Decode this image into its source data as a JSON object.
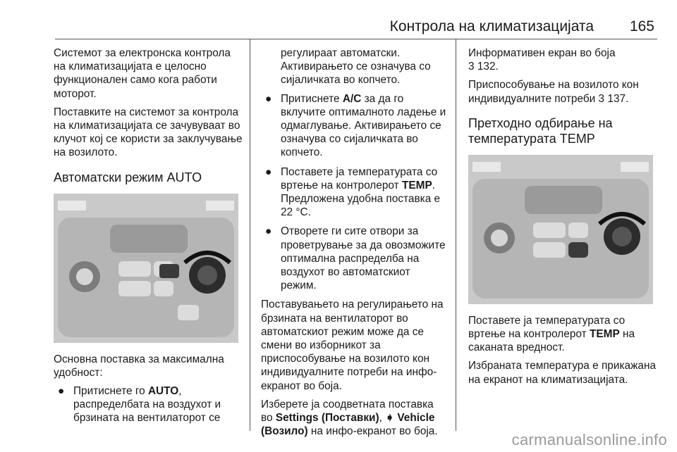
{
  "header": {
    "title": "Контрола на климатизацијата",
    "page_number": "165"
  },
  "col1": {
    "p1": "Системот за електронска контрола на климатизацијата е целосно функционален само кога работи моторот.",
    "p2": "Поставките на системот за контрола на климатизацијата се зачувуваат во клучот кој се користи за заклучување на возилото.",
    "heading": "Автоматски режим AUTO",
    "p3": "Основна поставка за максимална удобност:",
    "b1_pre": "Притиснете го ",
    "b1_bold": "AUTO",
    "b1_post": ", распределбата на воздухот и брзината на вентилаторот се"
  },
  "col2": {
    "cont": "регулираат автоматски. Активирањето се означува со сијаличката во копчето.",
    "b2_pre": "Притиснете ",
    "b2_bold": "A/C",
    "b2_post": " за да го вклучите оптималното ладење и одмаглување. Активирањето се означува со сијаличката во копчето.",
    "b3_pre": "Поставете ја температурата со вртење на контролерот ",
    "b3_bold": "TEMP",
    "b3_post": ". Предложена удобна поставка е 22 °C.",
    "b4": "Отворете ги сите отвори за проветрување за да овозможите оптимална распределба на воздухот во автоматскиот режим.",
    "p4": "Поставувањето на регулирањето на брзината на вентилаторот во автоматскиот режим може да се смени во изборникот за приспособување на возилото кон индивидуалните потреби на инфо-екранот во боја.",
    "p5_pre": "Изберете ја соодветната поставка во ",
    "p5_bold1": "Settings (Поставки)",
    "p5_sep": ", ",
    "p5_arrow": "➧",
    "p5_bold2": "Vehicle (Возило)",
    "p5_post": " на инфо-екранот во боја."
  },
  "col3": {
    "p1_text": "Информативен екран во боја",
    "p1_ref": "132.",
    "p2_text": "Приспособување на возилото кон индивидуалните потреби ",
    "p2_ref": "137.",
    "heading": "Претходно одбирање на температурата TEMP",
    "p3_pre": "Поставете ја температурата со вртење на контролерот ",
    "p3_bold": "TEMP",
    "p3_post": " на саканата вредност.",
    "p4": "Избраната температура е прикажана на екранот на климатизацијата."
  },
  "bullet_glyph": "●",
  "ref_glyph": "3",
  "watermark": "carmanualsonline.info"
}
